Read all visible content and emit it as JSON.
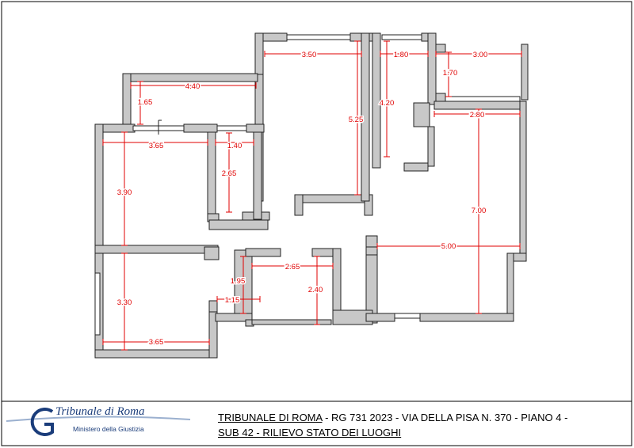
{
  "drawing": {
    "dimensions": [
      {
        "id": "d-350",
        "label": "3.50"
      },
      {
        "id": "d-180",
        "label": "1.80"
      },
      {
        "id": "d-300",
        "label": "3.00"
      },
      {
        "id": "d-170",
        "label": "1.70"
      },
      {
        "id": "d-440",
        "label": "4.40"
      },
      {
        "id": "d-165",
        "label": "1.65"
      },
      {
        "id": "d-420",
        "label": "4.20"
      },
      {
        "id": "d-525",
        "label": "5.25"
      },
      {
        "id": "d-280",
        "label": "2.80"
      },
      {
        "id": "d-365a",
        "label": "3.65"
      },
      {
        "id": "d-140",
        "label": "1.40"
      },
      {
        "id": "d-265a",
        "label": "2.65"
      },
      {
        "id": "d-390",
        "label": "3.90"
      },
      {
        "id": "d-700",
        "label": "7.00"
      },
      {
        "id": "d-500",
        "label": "5.00"
      },
      {
        "id": "d-265b",
        "label": "2.65"
      },
      {
        "id": "d-195",
        "label": "1.95"
      },
      {
        "id": "d-240",
        "label": "2.40"
      },
      {
        "id": "d-115",
        "label": "1.15"
      },
      {
        "id": "d-330",
        "label": "3.30"
      },
      {
        "id": "d-365b",
        "label": "3.65"
      }
    ]
  },
  "footer": {
    "logo_title": "Tribunale di Roma",
    "logo_subtitle": "Ministero della Giustizia",
    "caption_lead": "TRIBUNALE DI ROMA",
    "caption_rest": " - RG 731 2023 - VIA DELLA PISA N. 370 - PIANO 4 -",
    "caption_line2": "SUB 42 - RILIEVO STATO DEI LUOGHI"
  },
  "colors": {
    "wall": "#c8c8c8",
    "wall_stroke": "#222222",
    "dimension": "#e00000",
    "logo": "#1a3c7a"
  }
}
